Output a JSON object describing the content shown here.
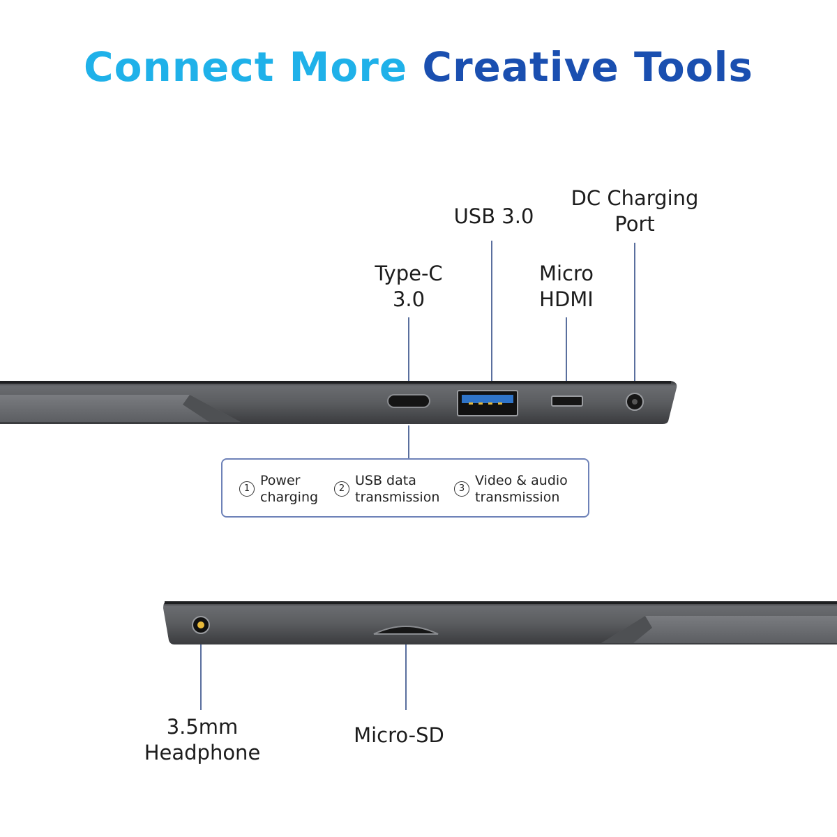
{
  "title": {
    "part1": "Connect More",
    "part2": "Creative Tools"
  },
  "colors": {
    "title_light": "#1fb1e9",
    "title_dark": "#1a4fb0",
    "leader_line": "#5a6f9e",
    "device_body": "#5b5d60",
    "usb_port": "#2f74c8"
  },
  "ports_top": {
    "typec": "Type-C\n3.0",
    "usb3": "USB 3.0",
    "micro_hdmi": "Micro\nHDMI",
    "dc_charging": "DC Charging\nPort"
  },
  "typec_features": [
    {
      "num": "1",
      "text": "Power\ncharging"
    },
    {
      "num": "2",
      "text": "USB data\ntransmission"
    },
    {
      "num": "3",
      "text": "Video & audio\ntransmission"
    }
  ],
  "ports_bottom": {
    "headphone": "3.5mm\nHeadphone",
    "micro_sd": "Micro-SD"
  }
}
